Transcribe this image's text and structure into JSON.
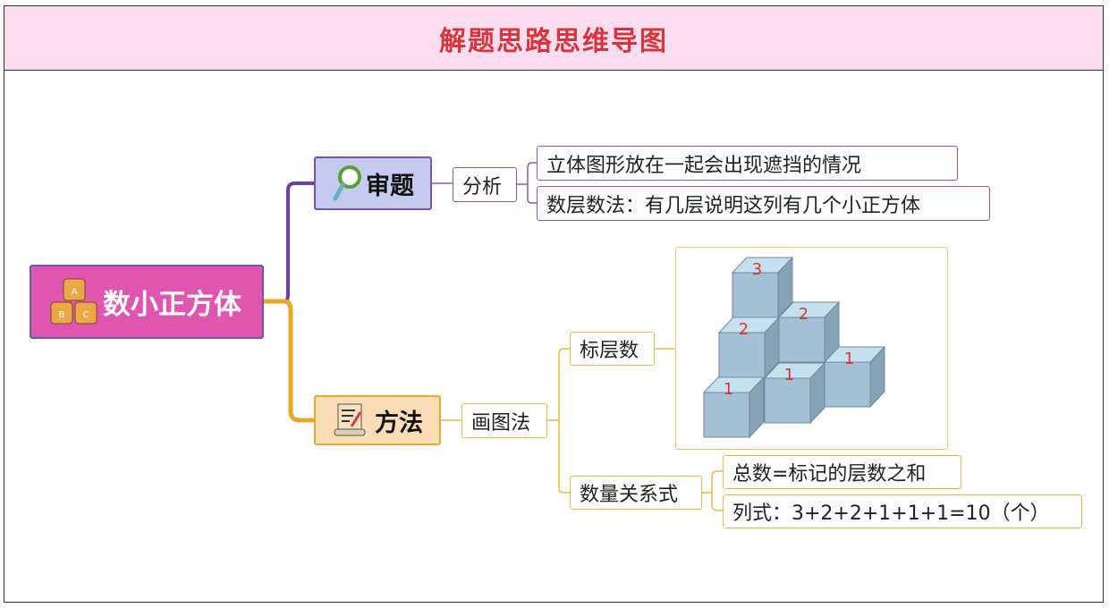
{
  "title": "解题思路思维导图",
  "root": {
    "label": "数小正方体",
    "icon": "abc-blocks-icon",
    "blocks": [
      "A",
      "B",
      "C"
    ]
  },
  "branches": [
    {
      "label": "审题",
      "icon": "magnifier-icon",
      "color": "#6a3fa8",
      "child": {
        "label": "分析",
        "leaves": [
          "立体图形放在一起会出现遮挡的情况",
          "数层数法：有几层说明这列有几个小正方体"
        ]
      }
    },
    {
      "label": "方法",
      "icon": "scroll-pen-icon",
      "color": "#e8a820",
      "child": {
        "label": "画图法",
        "items": [
          {
            "label": "标层数",
            "figure": {
              "cube_layers": [
                "3",
                "2",
                "2",
                "1",
                "1",
                "1"
              ]
            }
          },
          {
            "label": "数量关系式",
            "leaves": [
              "总数=标记的层数之和",
              "列式：3+2+2+1+1+1=10（个）"
            ]
          }
        ]
      }
    }
  ],
  "colors": {
    "root": "#e055b0",
    "branch1": "#c5cbee",
    "branch2": "#fadcb5",
    "title": "#e0303a"
  }
}
